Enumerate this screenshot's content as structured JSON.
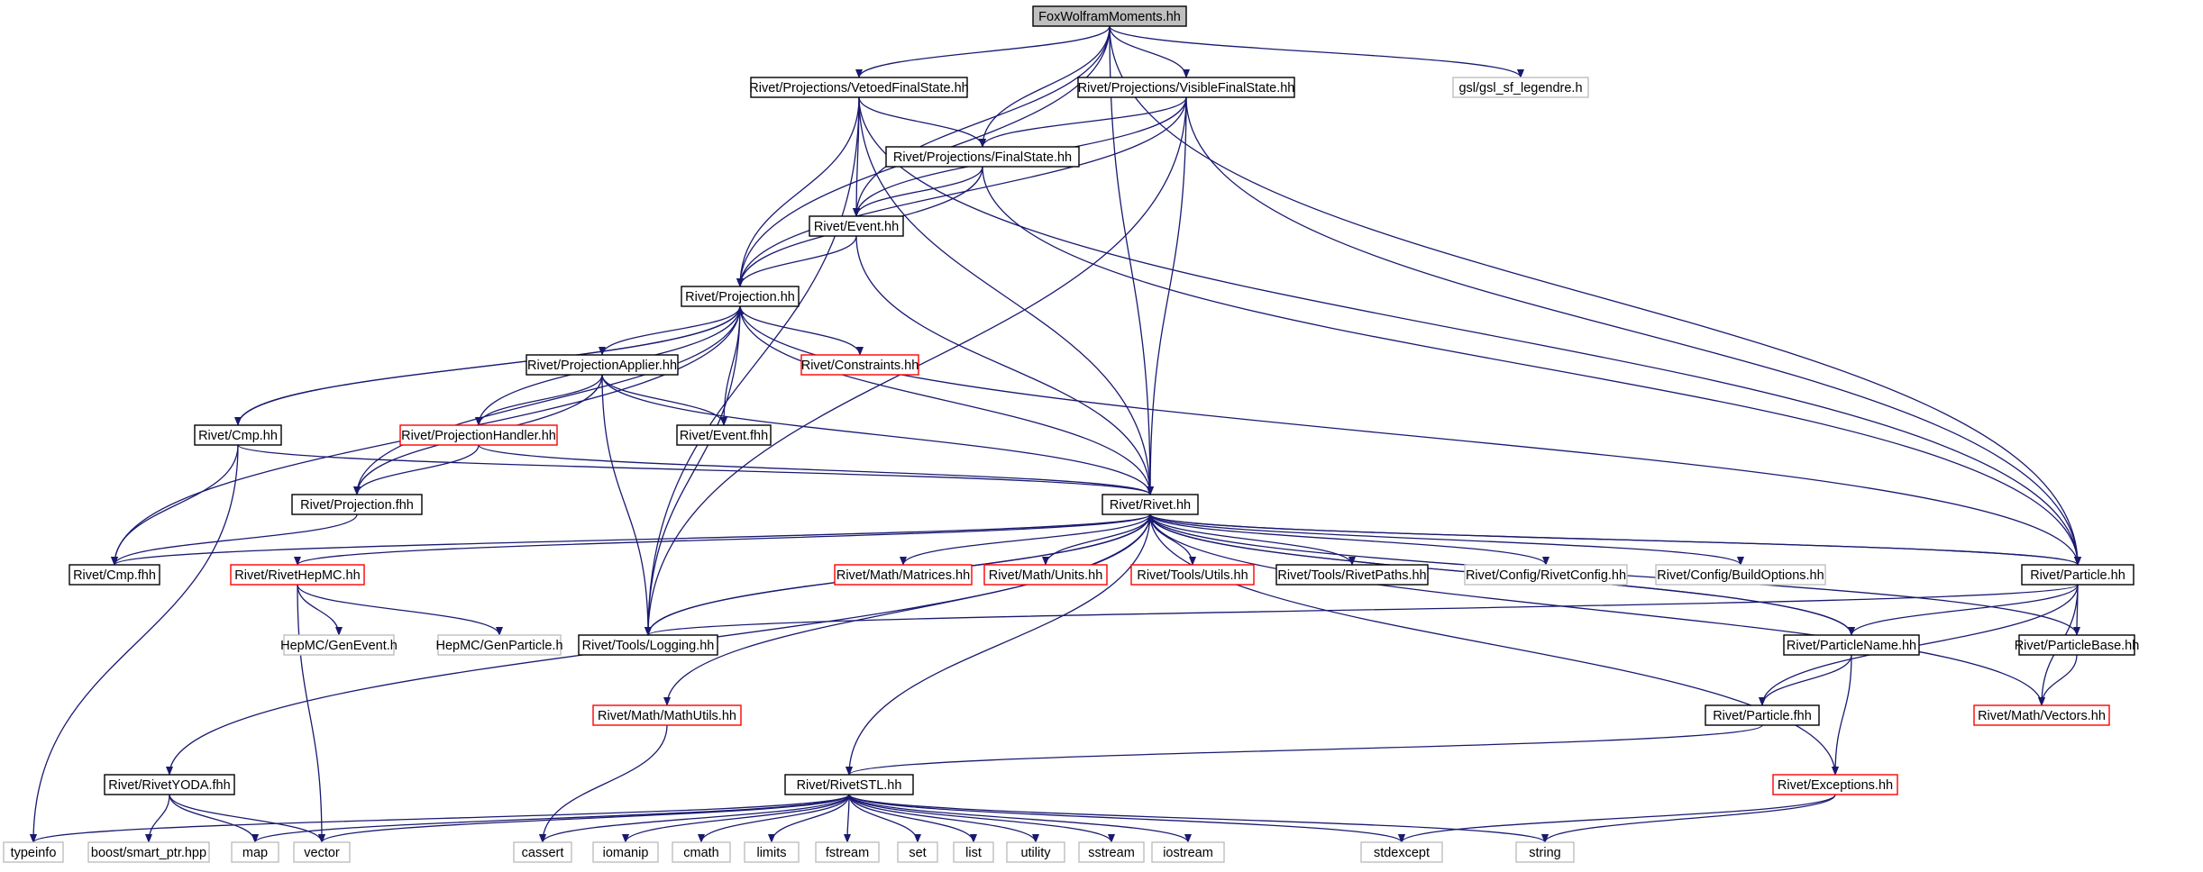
{
  "colors": {
    "edge": "#191970",
    "root_fill": "#bfbfbf",
    "normal_border": "#000000",
    "truncated_border": "#ff0000",
    "external_border": "#bfbfbf",
    "node_fill": "#ffffff"
  },
  "nodes": [
    {
      "id": "fwm",
      "label": "FoxWolframMoments.hh",
      "kind": "root"
    },
    {
      "id": "vetoed",
      "label": "Rivet/Projections/VetoedFinalState.hh",
      "kind": "normal"
    },
    {
      "id": "visible",
      "label": "Rivet/Projections/VisibleFinalState.hh",
      "kind": "normal"
    },
    {
      "id": "gsl",
      "label": "gsl/gsl_sf_legendre.h",
      "kind": "external"
    },
    {
      "id": "finalstate",
      "label": "Rivet/Projections/FinalState.hh",
      "kind": "normal"
    },
    {
      "id": "event",
      "label": "Rivet/Event.hh",
      "kind": "normal"
    },
    {
      "id": "projection",
      "label": "Rivet/Projection.hh",
      "kind": "normal"
    },
    {
      "id": "projapplier",
      "label": "Rivet/ProjectionApplier.hh",
      "kind": "normal"
    },
    {
      "id": "constraints",
      "label": "Rivet/Constraints.hh",
      "kind": "truncated"
    },
    {
      "id": "cmp",
      "label": "Rivet/Cmp.hh",
      "kind": "normal"
    },
    {
      "id": "projhandler",
      "label": "Rivet/ProjectionHandler.hh",
      "kind": "truncated"
    },
    {
      "id": "eventfhh",
      "label": "Rivet/Event.fhh",
      "kind": "normal"
    },
    {
      "id": "projfhh",
      "label": "Rivet/Projection.fhh",
      "kind": "normal"
    },
    {
      "id": "rivet",
      "label": "Rivet/Rivet.hh",
      "kind": "normal"
    },
    {
      "id": "cmpfhh",
      "label": "Rivet/Cmp.fhh",
      "kind": "normal"
    },
    {
      "id": "hepmc",
      "label": "Rivet/RivetHepMC.hh",
      "kind": "truncated"
    },
    {
      "id": "matrices",
      "label": "Rivet/Math/Matrices.hh",
      "kind": "truncated"
    },
    {
      "id": "units",
      "label": "Rivet/Math/Units.hh",
      "kind": "truncated"
    },
    {
      "id": "utils",
      "label": "Rivet/Tools/Utils.hh",
      "kind": "truncated"
    },
    {
      "id": "rivetpaths",
      "label": "Rivet/Tools/RivetPaths.hh",
      "kind": "normal"
    },
    {
      "id": "rivetconfig",
      "label": "Rivet/Config/RivetConfig.hh",
      "kind": "external"
    },
    {
      "id": "buildoptions",
      "label": "Rivet/Config/BuildOptions.hh",
      "kind": "external"
    },
    {
      "id": "particle",
      "label": "Rivet/Particle.hh",
      "kind": "normal"
    },
    {
      "id": "genevent",
      "label": "HepMC/GenEvent.h",
      "kind": "external"
    },
    {
      "id": "genparticle",
      "label": "HepMC/GenParticle.h",
      "kind": "external"
    },
    {
      "id": "logging",
      "label": "Rivet/Tools/Logging.hh",
      "kind": "normal"
    },
    {
      "id": "particlename",
      "label": "Rivet/ParticleName.hh",
      "kind": "normal"
    },
    {
      "id": "particlebase",
      "label": "Rivet/ParticleBase.hh",
      "kind": "normal"
    },
    {
      "id": "mathutils",
      "label": "Rivet/Math/MathUtils.hh",
      "kind": "truncated"
    },
    {
      "id": "particlefhh",
      "label": "Rivet/Particle.fhh",
      "kind": "normal"
    },
    {
      "id": "vectors",
      "label": "Rivet/Math/Vectors.hh",
      "kind": "truncated"
    },
    {
      "id": "yoda",
      "label": "Rivet/RivetYODA.fhh",
      "kind": "normal"
    },
    {
      "id": "stl",
      "label": "Rivet/RivetSTL.hh",
      "kind": "normal"
    },
    {
      "id": "exceptions",
      "label": "Rivet/Exceptions.hh",
      "kind": "truncated"
    },
    {
      "id": "typeinfo",
      "label": "typeinfo",
      "kind": "external"
    },
    {
      "id": "smartptr",
      "label": "boost/smart_ptr.hpp",
      "kind": "external"
    },
    {
      "id": "map",
      "label": "map",
      "kind": "external"
    },
    {
      "id": "vector",
      "label": "vector",
      "kind": "external"
    },
    {
      "id": "cassert",
      "label": "cassert",
      "kind": "external"
    },
    {
      "id": "iomanip",
      "label": "iomanip",
      "kind": "external"
    },
    {
      "id": "cmath",
      "label": "cmath",
      "kind": "external"
    },
    {
      "id": "limits",
      "label": "limits",
      "kind": "external"
    },
    {
      "id": "fstream",
      "label": "fstream",
      "kind": "external"
    },
    {
      "id": "set",
      "label": "set",
      "kind": "external"
    },
    {
      "id": "list",
      "label": "list",
      "kind": "external"
    },
    {
      "id": "utility",
      "label": "utility",
      "kind": "external"
    },
    {
      "id": "sstream",
      "label": "sstream",
      "kind": "external"
    },
    {
      "id": "iostream",
      "label": "iostream",
      "kind": "external"
    },
    {
      "id": "stdexcept",
      "label": "stdexcept",
      "kind": "external"
    },
    {
      "id": "string",
      "label": "string",
      "kind": "external"
    }
  ],
  "edges": [
    [
      "fwm",
      "vetoed"
    ],
    [
      "fwm",
      "visible"
    ],
    [
      "fwm",
      "gsl"
    ],
    [
      "fwm",
      "finalstate"
    ],
    [
      "fwm",
      "event"
    ],
    [
      "fwm",
      "projection"
    ],
    [
      "fwm",
      "rivet"
    ],
    [
      "fwm",
      "particle"
    ],
    [
      "vetoed",
      "finalstate"
    ],
    [
      "vetoed",
      "event"
    ],
    [
      "vetoed",
      "projection"
    ],
    [
      "vetoed",
      "rivet"
    ],
    [
      "vetoed",
      "logging"
    ],
    [
      "vetoed",
      "particle"
    ],
    [
      "visible",
      "finalstate"
    ],
    [
      "visible",
      "event"
    ],
    [
      "visible",
      "projection"
    ],
    [
      "visible",
      "rivet"
    ],
    [
      "visible",
      "logging"
    ],
    [
      "visible",
      "particle"
    ],
    [
      "finalstate",
      "event"
    ],
    [
      "finalstate",
      "projection"
    ],
    [
      "finalstate",
      "particle"
    ],
    [
      "event",
      "projection"
    ],
    [
      "event",
      "rivet"
    ],
    [
      "projection",
      "projapplier"
    ],
    [
      "projection",
      "constraints"
    ],
    [
      "projection",
      "cmp"
    ],
    [
      "projection",
      "projhandler"
    ],
    [
      "projection",
      "eventfhh"
    ],
    [
      "projection",
      "projfhh"
    ],
    [
      "projection",
      "rivet"
    ],
    [
      "projection",
      "cmpfhh"
    ],
    [
      "projection",
      "logging"
    ],
    [
      "projection",
      "particle"
    ],
    [
      "projapplier",
      "projhandler"
    ],
    [
      "projapplier",
      "eventfhh"
    ],
    [
      "projapplier",
      "projfhh"
    ],
    [
      "projapplier",
      "rivet"
    ],
    [
      "projapplier",
      "logging"
    ],
    [
      "cmp",
      "projection"
    ],
    [
      "cmp",
      "rivet"
    ],
    [
      "cmp",
      "cmpfhh"
    ],
    [
      "cmp",
      "typeinfo"
    ],
    [
      "projhandler",
      "rivet"
    ],
    [
      "projhandler",
      "projfhh"
    ],
    [
      "projfhh",
      "cmpfhh"
    ],
    [
      "rivet",
      "hepmc"
    ],
    [
      "rivet",
      "matrices"
    ],
    [
      "rivet",
      "units"
    ],
    [
      "rivet",
      "utils"
    ],
    [
      "rivet",
      "rivetpaths"
    ],
    [
      "rivet",
      "rivetconfig"
    ],
    [
      "rivet",
      "buildoptions"
    ],
    [
      "rivet",
      "particle"
    ],
    [
      "rivet",
      "logging"
    ],
    [
      "rivet",
      "particlename"
    ],
    [
      "rivet",
      "mathutils"
    ],
    [
      "rivet",
      "vectors"
    ],
    [
      "rivet",
      "yoda"
    ],
    [
      "rivet",
      "stl"
    ],
    [
      "rivet",
      "exceptions"
    ],
    [
      "rivet",
      "cmpfhh"
    ],
    [
      "hepmc",
      "genevent"
    ],
    [
      "hepmc",
      "genparticle"
    ],
    [
      "hepmc",
      "vector"
    ],
    [
      "particle",
      "rivet"
    ],
    [
      "particle",
      "particlename"
    ],
    [
      "particle",
      "particlebase"
    ],
    [
      "particle",
      "particlefhh"
    ],
    [
      "particle",
      "vectors"
    ],
    [
      "particle",
      "logging"
    ],
    [
      "particlename",
      "rivet"
    ],
    [
      "particlename",
      "particlefhh"
    ],
    [
      "particlename",
      "exceptions"
    ],
    [
      "particlebase",
      "rivet"
    ],
    [
      "particlebase",
      "vectors"
    ],
    [
      "logging",
      "rivet"
    ],
    [
      "particlefhh",
      "stl"
    ],
    [
      "mathutils",
      "cassert"
    ],
    [
      "yoda",
      "smartptr"
    ],
    [
      "yoda",
      "map"
    ],
    [
      "yoda",
      "vector"
    ],
    [
      "stl",
      "typeinfo"
    ],
    [
      "stl",
      "map"
    ],
    [
      "stl",
      "vector"
    ],
    [
      "stl",
      "cassert"
    ],
    [
      "stl",
      "iomanip"
    ],
    [
      "stl",
      "cmath"
    ],
    [
      "stl",
      "limits"
    ],
    [
      "stl",
      "fstream"
    ],
    [
      "stl",
      "set"
    ],
    [
      "stl",
      "list"
    ],
    [
      "stl",
      "utility"
    ],
    [
      "stl",
      "sstream"
    ],
    [
      "stl",
      "iostream"
    ],
    [
      "stl",
      "stdexcept"
    ],
    [
      "stl",
      "string"
    ],
    [
      "exceptions",
      "stdexcept"
    ],
    [
      "exceptions",
      "string"
    ]
  ]
}
